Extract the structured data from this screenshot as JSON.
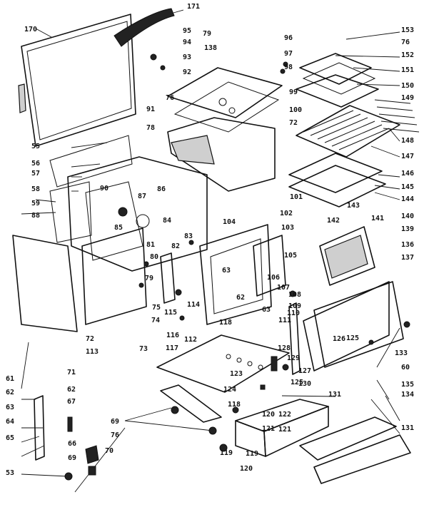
{
  "diagram": {
    "labels": [
      "171",
      "170",
      "95",
      "94",
      "93",
      "92",
      "79",
      "138",
      "96",
      "97",
      "98",
      "99",
      "100",
      "72",
      "76",
      "91",
      "78",
      "153",
      "76",
      "152",
      "151",
      "150",
      "149",
      "148",
      "147",
      "146",
      "145",
      "144",
      "90",
      "87",
      "86",
      "85",
      "84",
      "55",
      "56",
      "57",
      "58",
      "59",
      "88",
      "101",
      "83",
      "82",
      "81",
      "80",
      "102",
      "103",
      "104",
      "105",
      "106",
      "107",
      "108",
      "109",
      "110",
      "111",
      "143",
      "142",
      "141",
      "140",
      "139",
      "136",
      "137",
      "63",
      "62",
      "63",
      "79",
      "75",
      "74",
      "73",
      "72",
      "113",
      "114",
      "115",
      "116",
      "117",
      "112",
      "118",
      "119",
      "120",
      "121",
      "122",
      "123",
      "124",
      "125",
      "126",
      "127",
      "128",
      "129",
      "130",
      "131",
      "133",
      "134",
      "135",
      "60",
      "61",
      "62",
      "63",
      "64",
      "65",
      "53",
      "62",
      "71",
      "67",
      "66",
      "69",
      "70",
      "69",
      "76",
      "118",
      "119",
      "120",
      "121",
      "125",
      "131"
    ]
  }
}
